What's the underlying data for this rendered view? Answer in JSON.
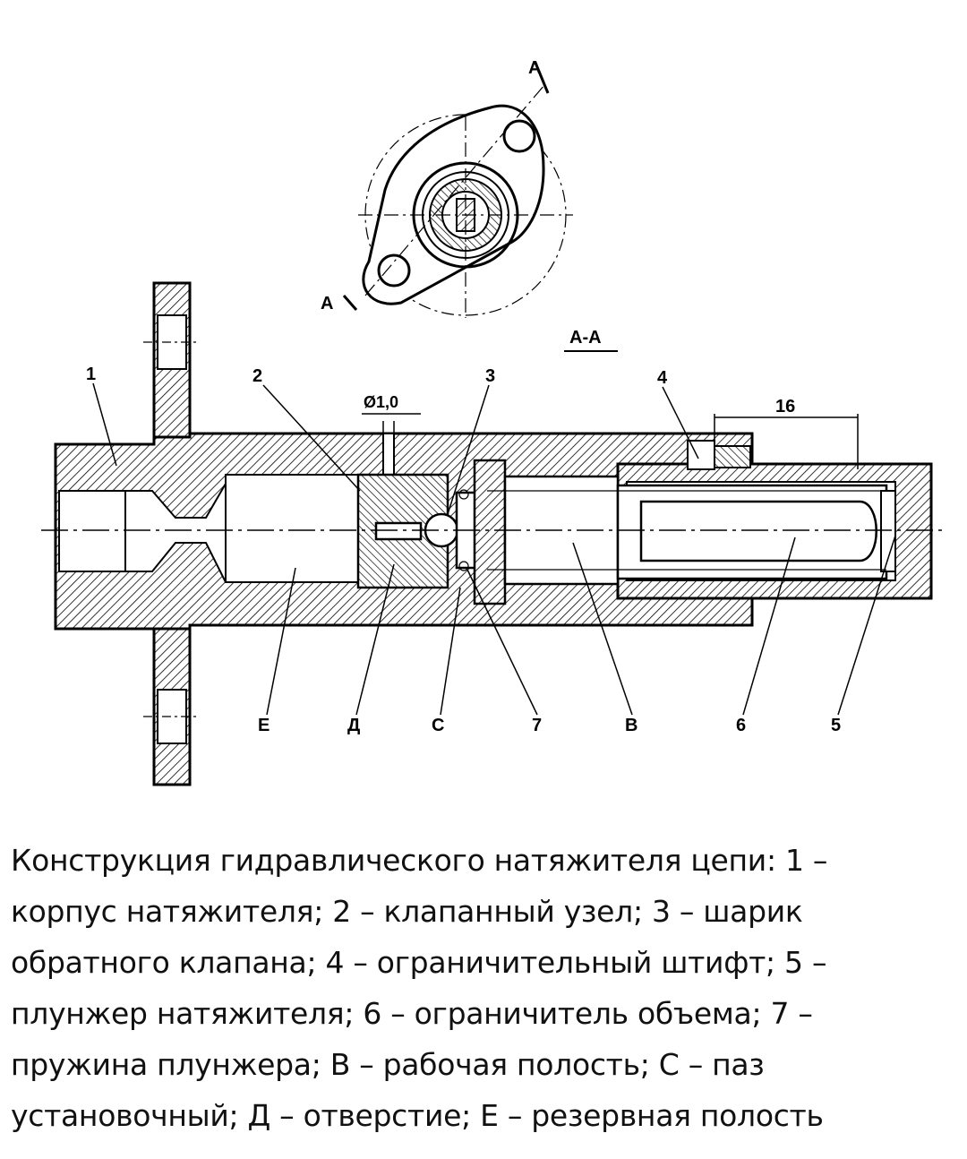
{
  "diagram": {
    "section_mark": "А",
    "section_title": "А-А",
    "dimension_hole": "Ø1,0",
    "dimension_length": "16",
    "part_labels": {
      "p1": "1",
      "p2": "2",
      "p3": "3",
      "p4": "4",
      "p5": "5",
      "p6": "6",
      "p7": "7",
      "pE": "Е",
      "pD": "Д",
      "pC": "С",
      "pB": "В"
    }
  },
  "caption": {
    "lines": [
      "Конструкция гидравлического натяжителя цепи: 1 –",
      "корпус натяжителя; 2 – клапанный узел; 3 – шарик",
      "обратного клапана; 4 – ограничительный штифт; 5 –",
      "плунжер натяжителя; 6 – ограничитель объема; 7 –",
      "пружина плунжера; В – рабочая полость; С – паз",
      "установочный; Д – отверстие; Е – резервная полость"
    ]
  }
}
